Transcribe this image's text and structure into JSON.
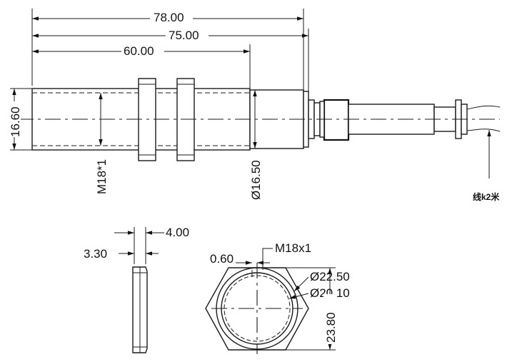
{
  "dimensions": {
    "overall_length": "78.00",
    "body_length": "75.00",
    "thread_length": "60.00",
    "body_height": "16.60",
    "thread_spec": "M18*1",
    "tail_diameter": "Ø16.50",
    "cable_note": "线k2米",
    "nut_thickness_outer": "4.00",
    "nut_thickness_inner": "3.30",
    "chamfer": "0.60",
    "nut_thread": "M18x1",
    "outer_diameter": "Ø22.50",
    "inner_diameter": "Ø20.10",
    "across_corners": "23.80"
  }
}
